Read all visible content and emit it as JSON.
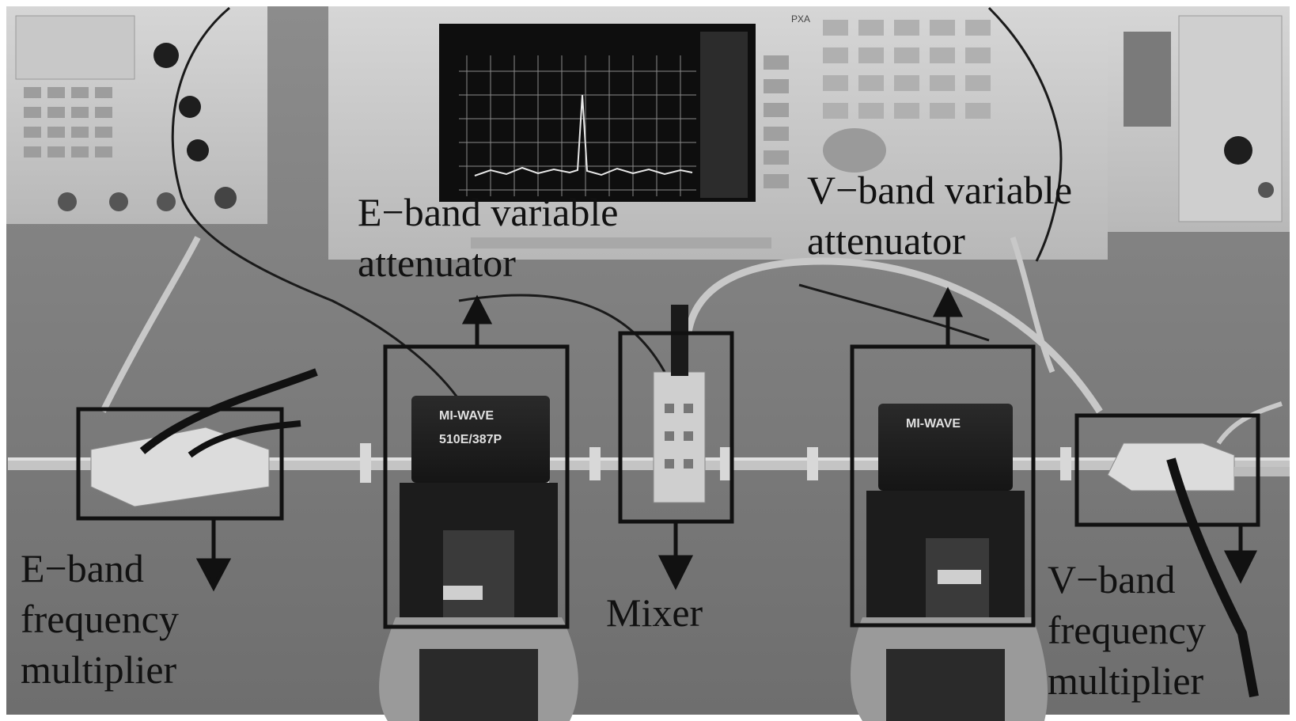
{
  "labels": {
    "e_band_attenuator": [
      "E−band variable",
      "attenuator"
    ],
    "v_band_attenuator": [
      "V−band variable",
      "attenuator"
    ],
    "e_band_multiplier": [
      "E−band",
      "frequency",
      "multiplier"
    ],
    "mixer": [
      "Mixer"
    ],
    "v_band_multiplier": [
      "V−band",
      "frequency",
      "multiplier"
    ]
  },
  "device_text": {
    "e_attenuator_brand": "MI-WAVE",
    "e_attenuator_model": "510E/387P",
    "v_attenuator_brand": "MI-WAVE",
    "analyzer_badge": "PXA"
  },
  "colors": {
    "annotation": "#111111",
    "background": "#ffffff"
  }
}
